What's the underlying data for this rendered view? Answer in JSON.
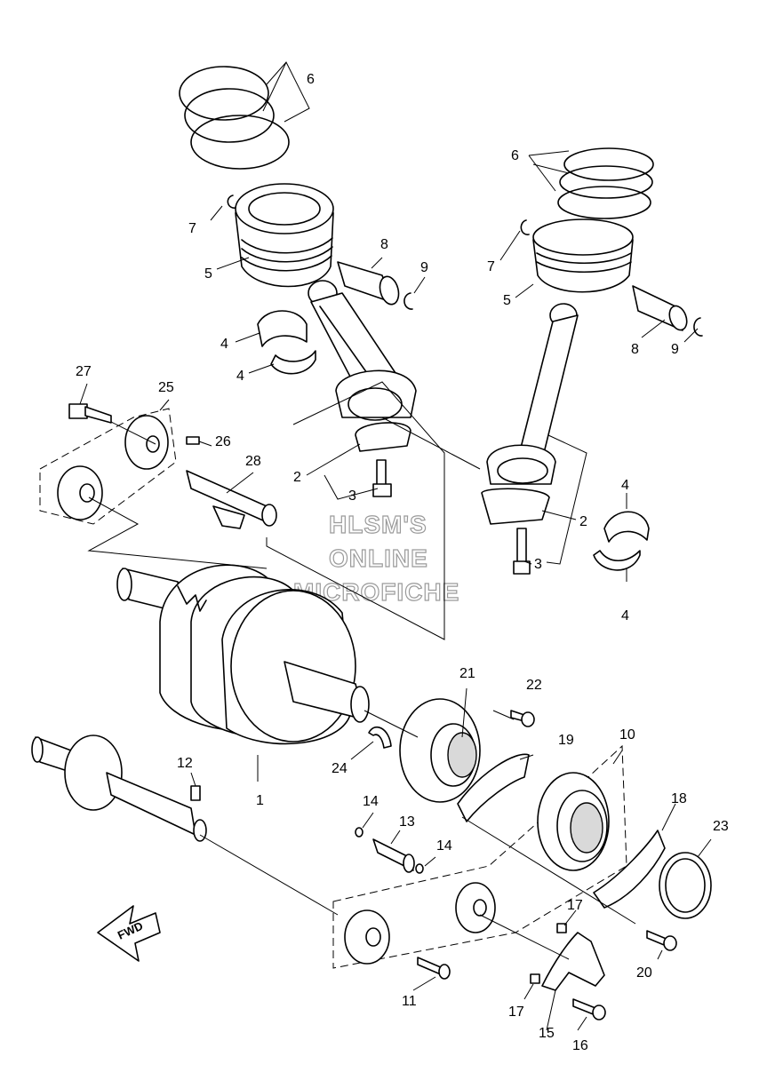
{
  "watermark": {
    "line1": "HLSM'S",
    "line2": "ONLINE",
    "line3": "MICROFICHE"
  },
  "fwd_label": "FWD",
  "callouts": {
    "c1": "1",
    "c2a": "2",
    "c2b": "2",
    "c3a": "3",
    "c3b": "3",
    "c4a": "4",
    "c4b": "4",
    "c4c": "4",
    "c4d": "4",
    "c5a": "5",
    "c5b": "5",
    "c6a": "6",
    "c6b": "6",
    "c7a": "7",
    "c7b": "7",
    "c8a": "8",
    "c8b": "8",
    "c9a": "9",
    "c9b": "9",
    "c10": "10",
    "c11": "11",
    "c12": "12",
    "c13": "13",
    "c14a": "14",
    "c14b": "14",
    "c15": "15",
    "c16": "16",
    "c17a": "17",
    "c17b": "17",
    "c18": "18",
    "c19": "19",
    "c20": "20",
    "c21": "21",
    "c22": "22",
    "c23": "23",
    "c24": "24",
    "c25": "25",
    "c26": "26",
    "c27": "27",
    "c28": "28"
  }
}
